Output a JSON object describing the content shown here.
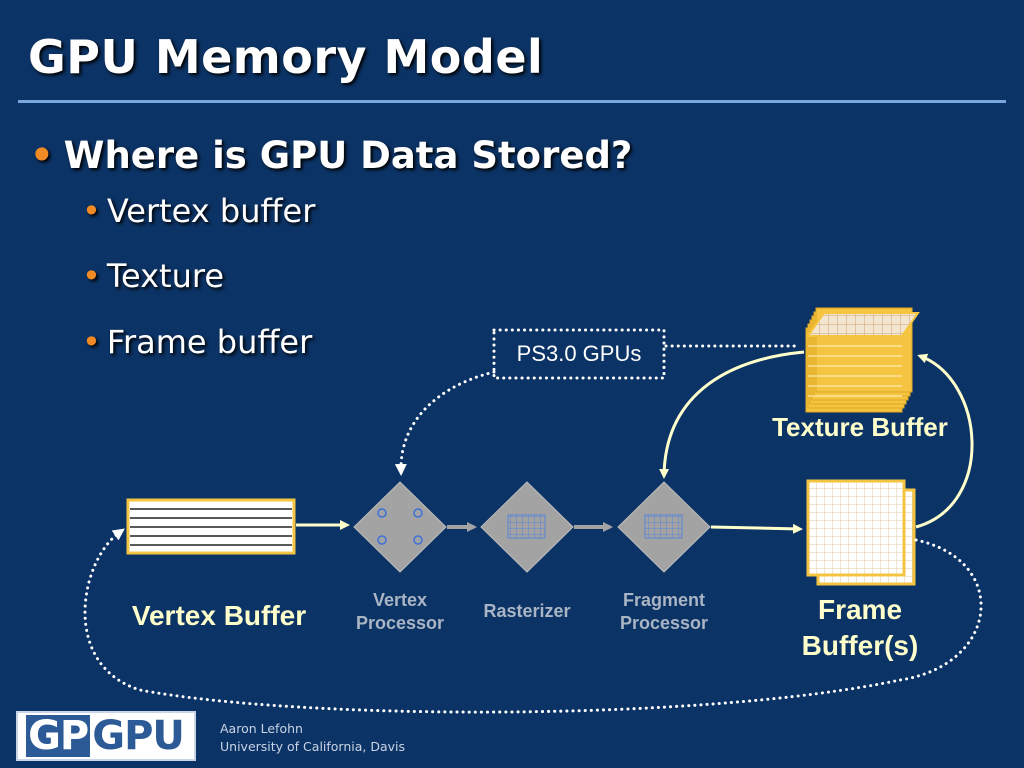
{
  "slide": {
    "title": "GPU Memory Model",
    "bullet_main": "Where is GPU Data Stored?",
    "sub_bullets": [
      "Vertex buffer",
      "Texture",
      "Frame buffer"
    ],
    "bullet_glyph": "•"
  },
  "diagram": {
    "ps3_label": "PS3.0 GPUs",
    "texture_buffer_label": "Texture Buffer",
    "vertex_buffer_label": "Vertex Buffer",
    "frame_buffer_label_line1": "Frame",
    "frame_buffer_label_line2": "Buffer(s)",
    "vertex_processor_line1": "Vertex",
    "vertex_processor_line2": "Processor",
    "rasterizer_label": "Rasterizer",
    "fragment_processor_line1": "Fragment",
    "fragment_processor_line2": "Processor"
  },
  "footer": {
    "logo_part1": "GP",
    "logo_part2": "GPU",
    "author_name": "Aaron Lefohn",
    "author_affiliation": "University of California, Davis"
  },
  "colors": {
    "background": "#0c3365",
    "title_rule": "#7aa7e0",
    "bullet_dot": "#f08a24",
    "label_yellow": "#ffffcc",
    "label_gray": "#a9b4c4",
    "diamond_fill": "#a3a3a3",
    "buffer_outline": "#f5c542"
  }
}
